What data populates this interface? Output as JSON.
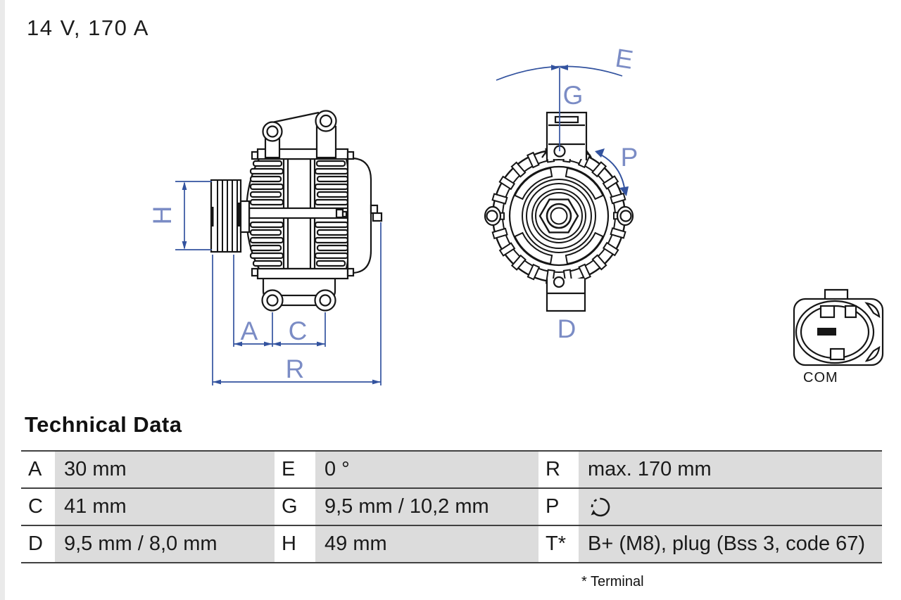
{
  "page": {
    "title": "14 V, 170 A"
  },
  "dims": {
    "h": "H",
    "a": "A",
    "c": "C",
    "r": "R",
    "e": "E",
    "g": "G",
    "p": "P",
    "d": "D"
  },
  "connector": {
    "label": "COM"
  },
  "tech": {
    "heading": "Technical Data",
    "footnote": "* Terminal",
    "rows": [
      [
        {
          "key": "A",
          "value": "30 mm"
        },
        {
          "key": "E",
          "value": "0 °"
        },
        {
          "key": "R",
          "value": "max. 170 mm"
        }
      ],
      [
        {
          "key": "C",
          "value": "41 mm"
        },
        {
          "key": "G",
          "value": "9,5 mm / 10,2 mm"
        },
        {
          "key": "P",
          "value": "",
          "icon": "rotation-direction-icon"
        }
      ],
      [
        {
          "key": "D",
          "value": "9,5 mm / 8,0 mm"
        },
        {
          "key": "H",
          "value": "49 mm"
        },
        {
          "key": "T*",
          "value": "B+ (M8), plug (Bss 3, code 67)"
        }
      ]
    ]
  },
  "colors": {
    "dimension_line": "#33539f",
    "dimension_label": "#7b8cc5",
    "drawing_line": "#161616",
    "value_cell_bg": "#dcdcdc",
    "table_rule": "#414141"
  }
}
